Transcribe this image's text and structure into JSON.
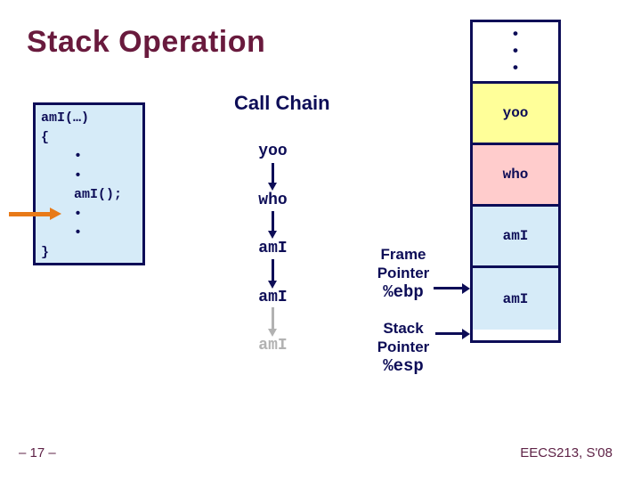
{
  "slide": {
    "title": "Stack Operation",
    "footer": {
      "page_number": "– 17 –",
      "course": "EECS213, S'08"
    }
  },
  "code_box": {
    "lines": [
      "amI(…)",
      "{",
      "•",
      "•",
      "amI();",
      "•",
      "•",
      "}"
    ]
  },
  "call_chain": {
    "heading": "Call Chain",
    "nodes": [
      "yoo",
      "who",
      "amI",
      "amI",
      "amI"
    ],
    "grayed_node_index": 4
  },
  "stack": {
    "cells": [
      {
        "label": "•\n•\n•",
        "bg": "#ffffff"
      },
      {
        "label": "yoo",
        "bg": "#ffff99"
      },
      {
        "label": "who",
        "bg": "#ffcccc"
      },
      {
        "label": "amI",
        "bg": "#d6ebf8"
      },
      {
        "label": "amI",
        "bg": "#d6ebf8"
      }
    ]
  },
  "pointers": {
    "frame": {
      "label_line1": "Frame",
      "label_line2": "Pointer",
      "register": "%ebp"
    },
    "stack": {
      "label_line1": "Stack",
      "label_line2": "Pointer",
      "register": "%esp"
    }
  },
  "colors": {
    "title_maroon": "#691a3d",
    "footer_maroon": "#5f2347",
    "navy": "#0d0d57",
    "code_box_bg": "#d6ebf8",
    "stack_cell_blue": "#d6ebf8",
    "yoo_yellow": "#ffff99",
    "who_pink": "#ffcccc",
    "orange_arrow": "#e87a18",
    "grayed": "#b2b2b2"
  }
}
